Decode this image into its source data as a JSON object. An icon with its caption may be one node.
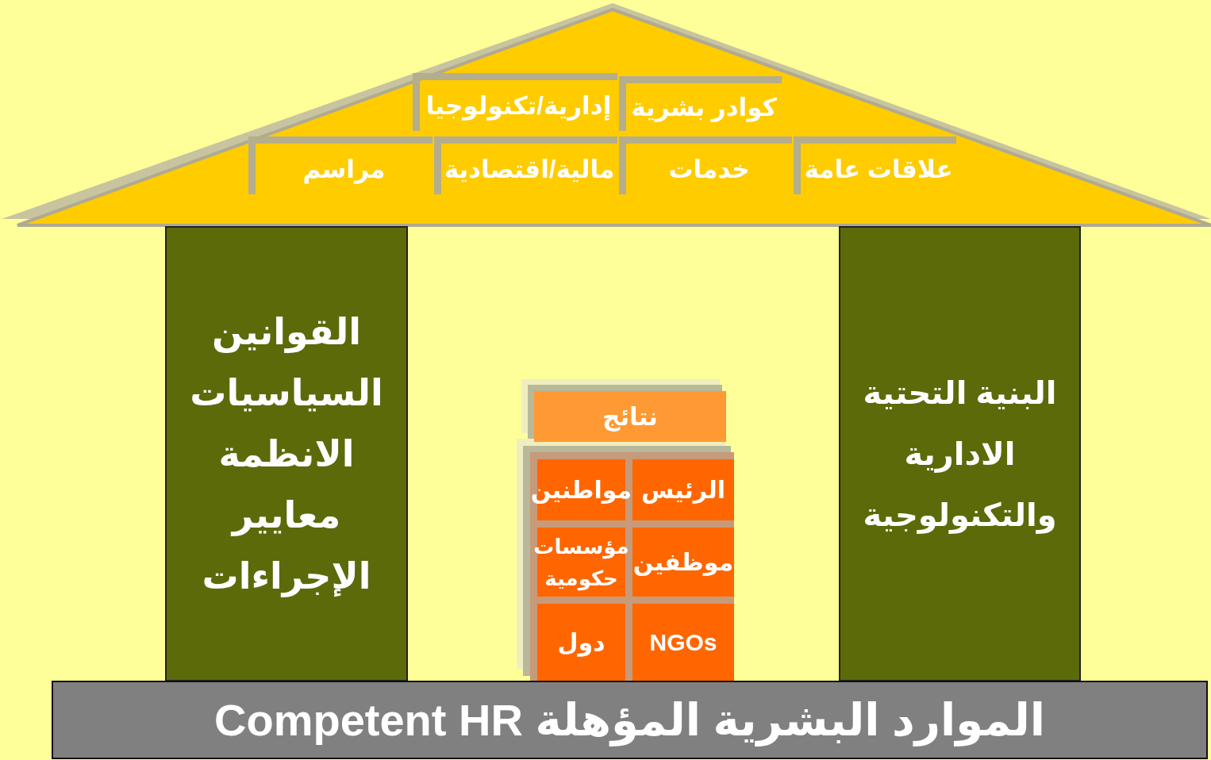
{
  "diagram": {
    "nodes": [
      {
        "text": [],
        "shape": "triangle"
      },
      {
        "text": [
          "كوادر بشرية"
        ],
        "in": 0
      },
      {
        "text": [
          "إدارية/تكنولوجيا"
        ],
        "in": 0
      },
      {
        "text": [
          "علاقات عامة"
        ],
        "in": 0
      },
      {
        "text": [
          "خدمات"
        ],
        "in": 0
      },
      {
        "text": [
          "مالية/اقتصادية"
        ],
        "in": 0
      },
      {
        "text": [
          "مراسم"
        ],
        "in": 0
      },
      {
        "text": [
          "البنية التحتية الادارية والتكنولوجية"
        ]
      },
      {
        "text": [
          "القوانين",
          "السياسيات",
          "الانظمة",
          "معايير",
          "الإجراءات"
        ]
      },
      {
        "text": [
          "نتائج"
        ]
      },
      {
        "text": [
          "الرئيس"
        ]
      },
      {
        "text": [
          "مواطنين"
        ]
      },
      {
        "text": [
          "موظفين"
        ]
      },
      {
        "text": [
          "مؤسسات حكومية"
        ]
      },
      {
        "text": [
          "NGOs"
        ]
      },
      {
        "text": [
          "دول"
        ]
      },
      {
        "text": [
          "الموارد البشرية المؤهلة Competent HR"
        ]
      }
    ]
  }
}
